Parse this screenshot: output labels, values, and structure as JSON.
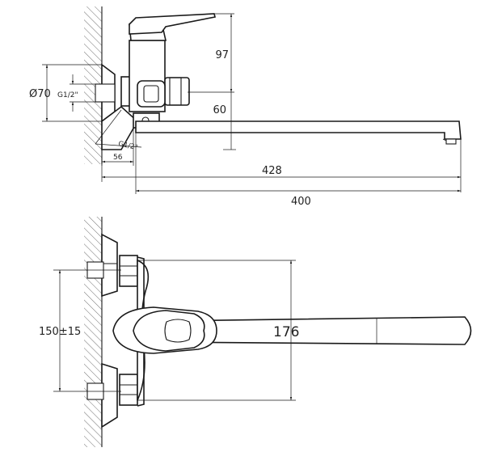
{
  "drawing": {
    "side_view": {
      "dim_height": "97",
      "dim_spout_height": "60",
      "dim_diameter": "Ø70",
      "dim_thread_top": "G1/2\"",
      "dim_thread_bottom": "G1/2\"",
      "dim_wall_offset": "56",
      "dim_length_outer": "428",
      "dim_length_spout": "400"
    },
    "top_view": {
      "dim_centers": "150±15",
      "dim_reach": "176"
    }
  }
}
